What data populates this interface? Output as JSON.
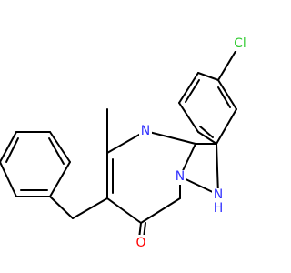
{
  "molecule": {
    "atoms": {
      "chlorine": {
        "text": "Cl",
        "color": "#33cc33"
      },
      "n_ring": {
        "text": "N",
        "color": "#3333ff"
      },
      "n_bridge": {
        "text": "N",
        "color": "#3333ff"
      },
      "nh_n": {
        "text": "N",
        "color": "#3333ff"
      },
      "nh_h": {
        "text": "H",
        "color": "#3333ff"
      },
      "oxygen": {
        "text": "O",
        "color": "#ff0000"
      }
    },
    "bond_color": "#000000"
  }
}
